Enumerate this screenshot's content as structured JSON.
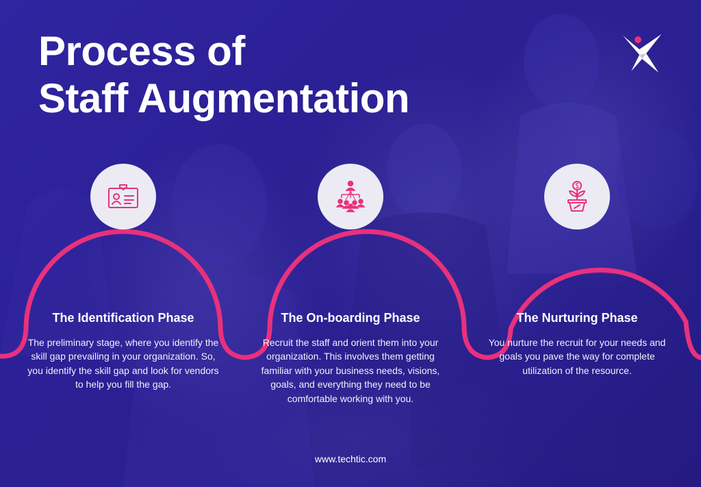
{
  "title": {
    "line1": "Process of",
    "line2": "Staff Augmentation"
  },
  "colors": {
    "background": "#2a1f8f",
    "accent": "#e8317c",
    "circle": "#ecebf3",
    "text": "#ffffff"
  },
  "phases": [
    {
      "icon": "id-card-icon",
      "title": "The Identification Phase",
      "text": "The preliminary stage, where you identify the skill gap prevailing in your organization. So, you identify the skill gap and look for vendors to help you fill the gap."
    },
    {
      "icon": "org-chart-icon",
      "title": "The On-boarding Phase",
      "text": "Recruit the staff and orient them into your organization. This involves them getting familiar with your business needs, visions, goals, and everything they need to be comfortable working with you."
    },
    {
      "icon": "money-plant-icon",
      "title": "The Nurturing Phase",
      "text": "You nurture the recruit for your needs and goals you pave the way for complete utilization of the resource."
    }
  ],
  "footer": {
    "url": "www.techtic.com"
  }
}
